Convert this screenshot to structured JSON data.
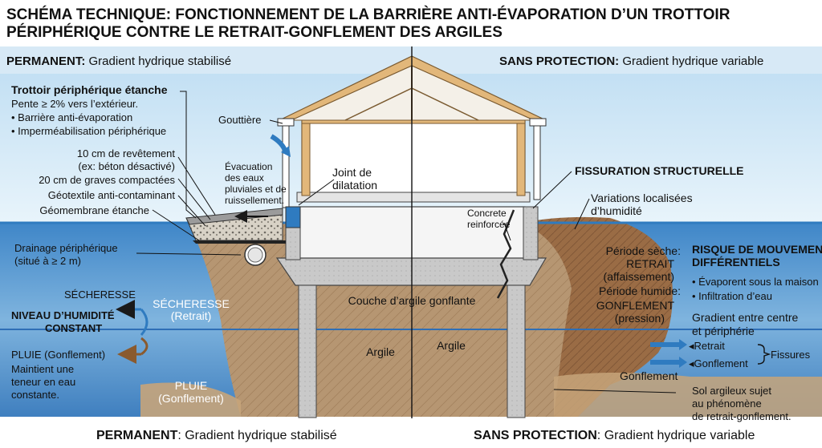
{
  "title": {
    "line1": "SCHÉMA TECHNIQUE: FONCTIONNEMENT DE LA BARRIÈRE ANTI-ÉVAPORATION D’UN TROTTOIR",
    "line2": "PÉRIPHÉRIQUE CONTRE LE RETRAIT-GONFLEMENT DES ARGILES"
  },
  "left_header": {
    "bold": "PERMANENT:",
    "rest": " Gradient hydrique stabilisé"
  },
  "right_header": {
    "bold": "SANS PROTECTION:",
    "rest": " Gradient hydrique variable"
  },
  "left_footer": {
    "bold": "PERMANENT",
    "rest": ": Gradient hydrique stabilisé"
  },
  "right_footer": {
    "bold": "SANS PROTECTION",
    "rest": ": Gradient hydrique variable"
  },
  "sidewalk": {
    "title": "Trottoir périphérique étanche",
    "slope": "Pente ≥ 2% vers l’extérieur.",
    "bullet1": "• Barrière anti-évaporation",
    "bullet2": "• Imperméabilisation périphérique"
  },
  "layers": {
    "coating1": "10 cm de revêtement",
    "coating2": "(ex: béton désactivé)",
    "gravel": "20 cm de graves compactées",
    "geotextile": "Géotextile anti-contaminant",
    "membrane": "Géomembrane étanche"
  },
  "gutter": "Gouttière",
  "evacuation": [
    "Évacuation",
    "des eaux",
    "pluviales et de",
    "ruissellement."
  ],
  "joint": [
    "Joint de",
    "dilatation"
  ],
  "drainage": [
    "Drainage périphérique",
    "(situé à ≥ 2 m)"
  ],
  "left_zone": {
    "secheresse": "SÉCHERESSE",
    "niveau1": "NIVEAU D’HUMIDITÉ",
    "niveau2": "CONSTANT",
    "pluie": "PLUIE (Gonflement)",
    "maintient": [
      "Maintient une",
      "teneur en eau",
      "constante."
    ]
  },
  "soil_left": {
    "secheresse": "SÉCHERESSE",
    "retrait": "(Retrait)",
    "pluie": "PLUIE",
    "gonflement": "(Gonflement)"
  },
  "couche": "Couche d’argile gonflante",
  "argile": "Argile",
  "concrete": [
    "Concrete",
    "reinforcée"
  ],
  "fissuration": "FISSURATION STRUCTURELLE",
  "variations": [
    "Variations localisées",
    "d’humidité"
  ],
  "periode_seche": [
    "Période sèche:",
    "RETRAIT",
    "(affaissement)"
  ],
  "periode_humide": [
    "Période humide:",
    "GONFLEMENT",
    "(pression)"
  ],
  "risque": [
    "RISQUE DE MOUVEMENTS",
    "DIFFÉRENTIELS"
  ],
  "risque_bullets": [
    "• Évaporent sous la maison",
    "• Infiltration d’eau"
  ],
  "gradient": [
    "Gradient entre centre",
    "et périphérie"
  ],
  "retrait_label": "Retrait",
  "gonflement_label": "Gonflement",
  "fissures": "Fissures",
  "gonflement_bottom": "Gonflement",
  "sol_argileux": [
    "Sol argileux sujet",
    "au phénomène",
    "de retrait-gonflement."
  ],
  "colors": {
    "sky": "#cfe6f6",
    "water": "#2f6fb6",
    "soil": "#b79672",
    "concrete": "#c9c9c9",
    "wood": "#e2b77a"
  }
}
